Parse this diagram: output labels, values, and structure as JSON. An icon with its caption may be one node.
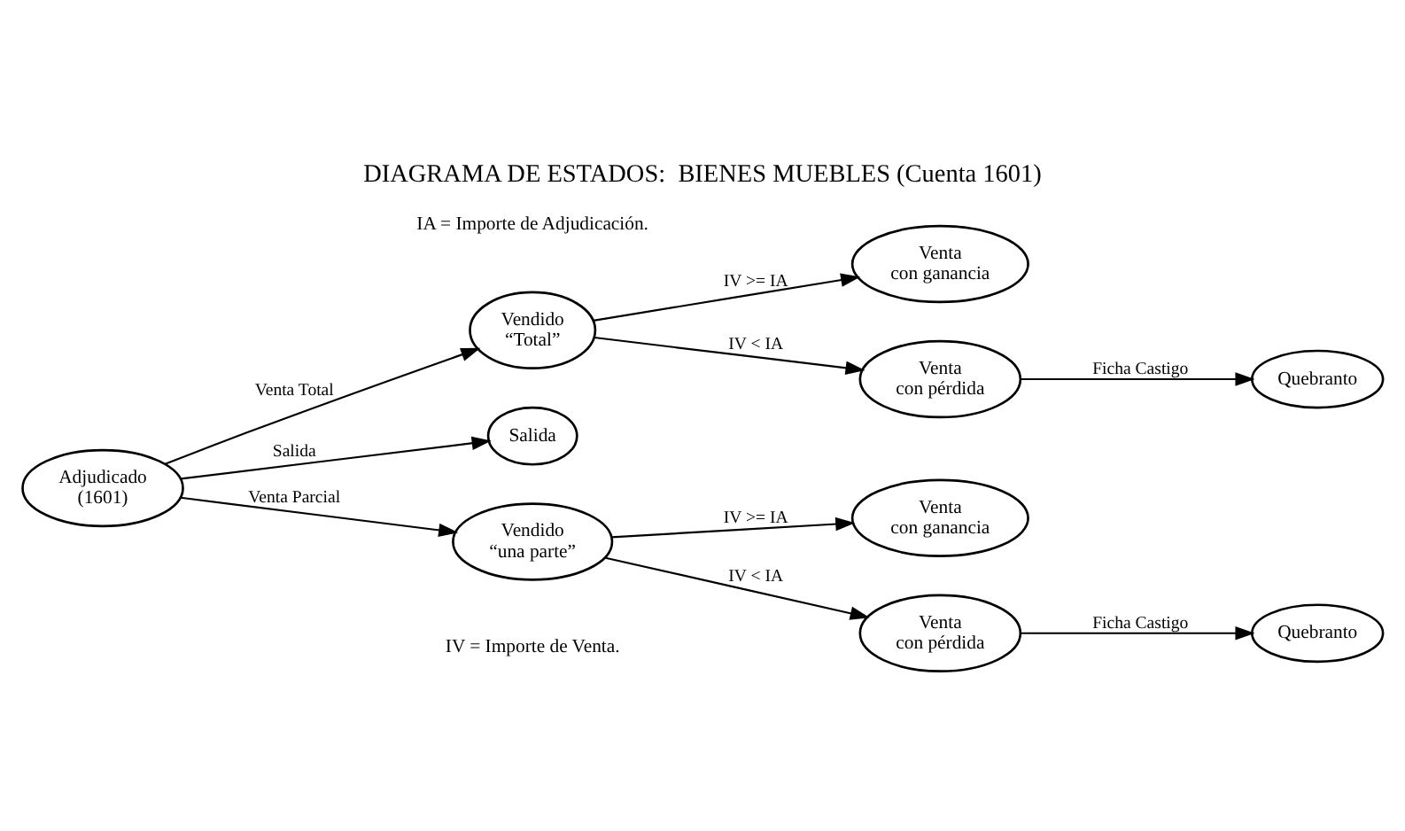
{
  "diagram": {
    "title": "DIAGRAMA DE ESTADOS:  BIENES MUEBLES (Cuenta 1601)",
    "nodes": [
      {
        "text": [
          "Adjudicado (1601)"
        ]
      },
      {
        "text": [
          "Vendido “Total”"
        ]
      },
      {
        "text": [
          "Salida"
        ]
      },
      {
        "text": [
          "Vendido “una parte”"
        ]
      },
      {
        "text": [
          "Venta con ganancia"
        ]
      },
      {
        "text": [
          "Venta con pérdida"
        ]
      },
      {
        "text": [
          "Quebranto"
        ]
      },
      {
        "text": [
          "Venta con ganancia"
        ]
      },
      {
        "text": [
          "Venta con pérdida"
        ]
      },
      {
        "text": [
          "Quebranto"
        ]
      }
    ],
    "edges": [
      {
        "from": 0,
        "to": 1,
        "arrow": "to",
        "label": "Venta Total"
      },
      {
        "from": 0,
        "to": 2,
        "arrow": "to",
        "label": "Salida"
      },
      {
        "from": 0,
        "to": 3,
        "arrow": "to",
        "label": "Venta Parcial"
      },
      {
        "from": 1,
        "to": 4,
        "arrow": "to",
        "label": "IV >= IA"
      },
      {
        "from": 1,
        "to": 5,
        "arrow": "to",
        "label": "IV < IA"
      },
      {
        "from": 5,
        "to": 6,
        "arrow": "to",
        "label": "Ficha Castigo"
      },
      {
        "from": 3,
        "to": 7,
        "arrow": "to",
        "label": "IV >= IA"
      },
      {
        "from": 3,
        "to": 8,
        "arrow": "to",
        "label": "IV < IA"
      },
      {
        "from": 8,
        "to": 9,
        "arrow": "to",
        "label": "Ficha Castigo"
      }
    ],
    "labels": [
      "IV = Importe de Venta.",
      "IA = Importe de Adjudicación."
    ]
  }
}
